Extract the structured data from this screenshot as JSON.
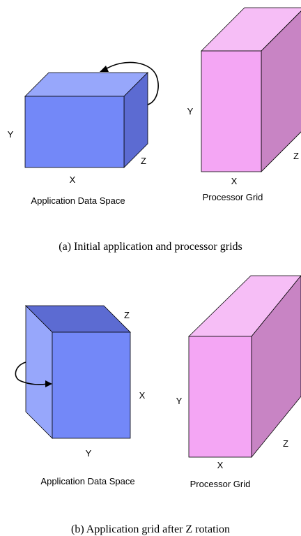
{
  "panel_a": {
    "caption": "(a) Initial application and processor grids",
    "app_box": {
      "axis_y": "Y",
      "axis_x": "X",
      "axis_z": "Z",
      "title": "Application Data Space"
    },
    "proc_box": {
      "axis_y": "Y",
      "axis_x": "X",
      "axis_z": "Z",
      "title": "Processor Grid"
    }
  },
  "panel_b": {
    "caption": "(b) Application grid after Z rotation",
    "app_box": {
      "axis_z": "Z",
      "axis_x": "X",
      "axis_y": "Y",
      "title": "Application Data Space"
    },
    "proc_box": {
      "axis_y": "Y",
      "axis_x": "X",
      "axis_z": "Z",
      "title": "Processor Grid"
    }
  },
  "colors": {
    "app_front": "#7388f8",
    "app_top": "#97a7fb",
    "app_side": "#5c6bd2",
    "app_top_b": "#5c6bd2",
    "app_left_b": "#97a7fb",
    "proc_front": "#f4a6f4",
    "proc_top": "#f6bef6",
    "proc_side": "#c884c4",
    "stroke": "#000000"
  }
}
